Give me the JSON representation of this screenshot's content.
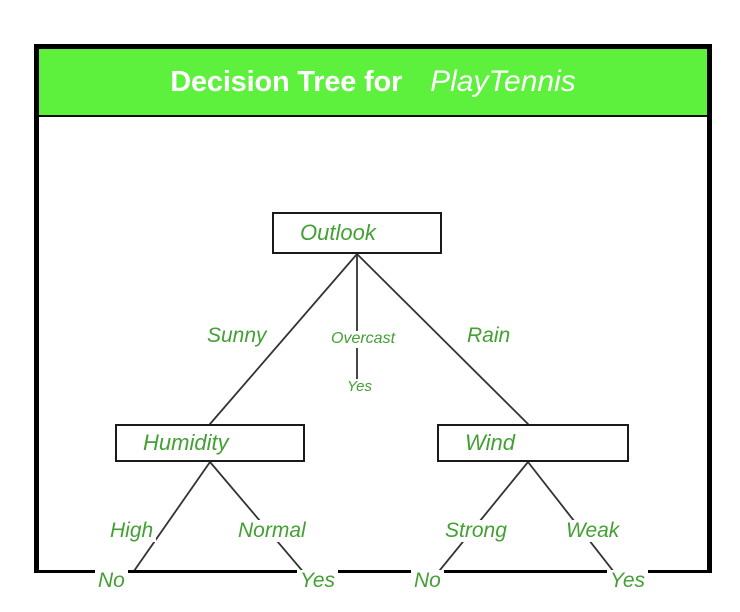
{
  "slide": {
    "title_main": "Decision Tree for",
    "title_emphasis": "PlayTennis",
    "header_color": "#5df03d",
    "title_color": "#ffffff",
    "node_text_color": "#43a033",
    "edge_color": "#333333",
    "border_color": "#000000"
  },
  "tree": {
    "root": {
      "label": "Outlook"
    },
    "branches": [
      {
        "label": "Sunny"
      },
      {
        "label": "Overcast"
      },
      {
        "label": "Rain"
      }
    ],
    "overcast_leaf": {
      "label": "Yes"
    },
    "humidity": {
      "label": "Humidity"
    },
    "humidity_branches": [
      {
        "label": "High"
      },
      {
        "label": "Normal"
      }
    ],
    "humidity_leaves": [
      {
        "label": "No"
      },
      {
        "label": "Yes"
      }
    ],
    "wind": {
      "label": "Wind"
    },
    "wind_branches": [
      {
        "label": "Strong"
      },
      {
        "label": "Weak"
      }
    ],
    "wind_leaves": [
      {
        "label": "No"
      },
      {
        "label": "Yes"
      }
    ]
  }
}
